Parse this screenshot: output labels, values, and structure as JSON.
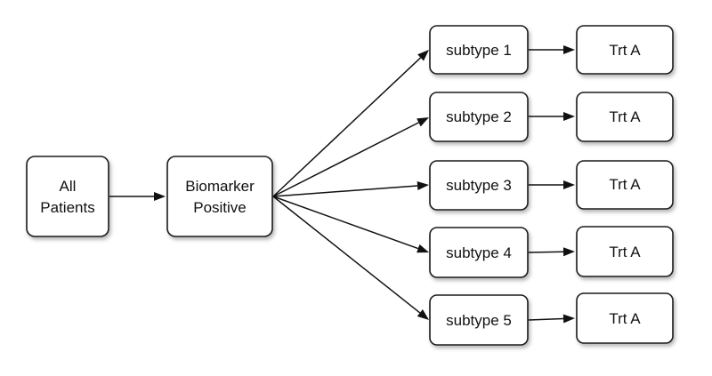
{
  "diagram": {
    "nodes": {
      "all_patients": {
        "lines": [
          "All",
          "Patients"
        ]
      },
      "biomarker_positive": {
        "lines": [
          "Biomarker",
          "Positive"
        ]
      },
      "subtypes": [
        "subtype 1",
        "subtype 2",
        "subtype 3",
        "subtype 4",
        "subtype 5"
      ],
      "treatments": [
        "Trt A",
        "Trt A",
        "Trt A",
        "Trt A",
        "Trt A"
      ]
    },
    "edges": [
      {
        "from": "All Patients",
        "to": "Biomarker Positive"
      },
      {
        "from": "Biomarker Positive",
        "to": "subtype 1"
      },
      {
        "from": "Biomarker Positive",
        "to": "subtype 2"
      },
      {
        "from": "Biomarker Positive",
        "to": "subtype 3"
      },
      {
        "from": "Biomarker Positive",
        "to": "subtype 4"
      },
      {
        "from": "Biomarker Positive",
        "to": "subtype 5"
      },
      {
        "from": "subtype 1",
        "to": "Trt A"
      },
      {
        "from": "subtype 2",
        "to": "Trt A"
      },
      {
        "from": "subtype 3",
        "to": "Trt A"
      },
      {
        "from": "subtype 4",
        "to": "Trt A"
      },
      {
        "from": "subtype 5",
        "to": "Trt A"
      }
    ]
  }
}
